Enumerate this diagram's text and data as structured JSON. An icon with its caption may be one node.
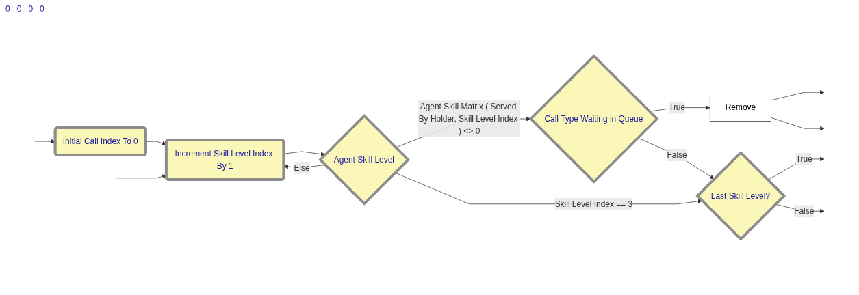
{
  "diagram": {
    "nodes": [
      {
        "text": [
          "Initial Call Index To 0"
        ]
      },
      {
        "text": [
          "Increment Skill Level Index By 1"
        ]
      },
      {
        "text": [
          "Agent Skill Level"
        ]
      },
      {
        "text": [
          "Call Type Waiting in Queue"
        ]
      },
      {
        "text": [
          "Remove"
        ]
      },
      {
        "text": [
          "Last Skill Level?"
        ]
      }
    ],
    "labels": [
      "0",
      "0",
      "0",
      "0"
    ],
    "edges": [
      {
        "from": null,
        "to": 0,
        "arrow": "to"
      },
      {
        "from": 0,
        "to": 1,
        "arrow": "to"
      },
      {
        "from": null,
        "to": 1,
        "arrow": "to"
      },
      {
        "from": 1,
        "to": 2,
        "arrow": "to"
      },
      {
        "from": 2,
        "to": 3,
        "arrow": "to",
        "label": "Agent Skill Matrix ( Served By Holder, Skill Level Index ) <> 0"
      },
      {
        "from": 2,
        "to": 5,
        "arrow": "to",
        "label": "Skill Level Index == 3"
      },
      {
        "from": 2,
        "to": 1,
        "arrow": "to",
        "label": "Else"
      },
      {
        "from": 3,
        "to": 4,
        "arrow": "to",
        "label": "True"
      },
      {
        "from": 3,
        "to": 5,
        "arrow": "to",
        "label": "False"
      },
      {
        "from": 4,
        "to": null,
        "arrow": "to"
      },
      {
        "from": 4,
        "to": null,
        "arrow": "to"
      },
      {
        "from": 5,
        "to": null,
        "arrow": "to",
        "label": "True"
      },
      {
        "from": 5,
        "to": null,
        "arrow": "to",
        "label": "False"
      }
    ]
  }
}
